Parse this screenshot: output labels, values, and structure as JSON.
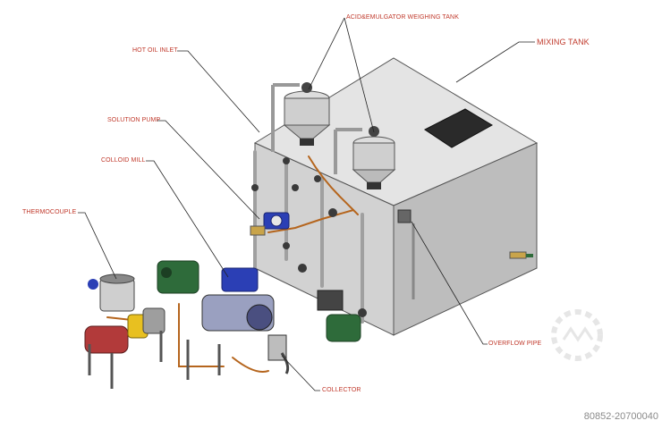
{
  "labels": {
    "weighing_tank": "ACID&EMULGATOR WEIGHING TANK",
    "mixing_tank": "MIXING TANK",
    "hot_oil_inlet": "HOT OIL INLET",
    "solution_pump": "SOLUTION PUMP",
    "colloid_mill": "COLLOID MILL",
    "thermocouple": "THERMOCOUPLE",
    "overflow_pipe": "OVERFLOW PIPE",
    "collector": "COLLECTOR"
  },
  "watermark": "80852-20700040",
  "colors": {
    "label": "#c0392b",
    "tank_body": "#c8c8c8",
    "pipe_copper": "#b5651d",
    "motor_green": "#2e6b3a",
    "pump_blue": "#2b3fb5",
    "motor_red": "#b23a3a"
  }
}
